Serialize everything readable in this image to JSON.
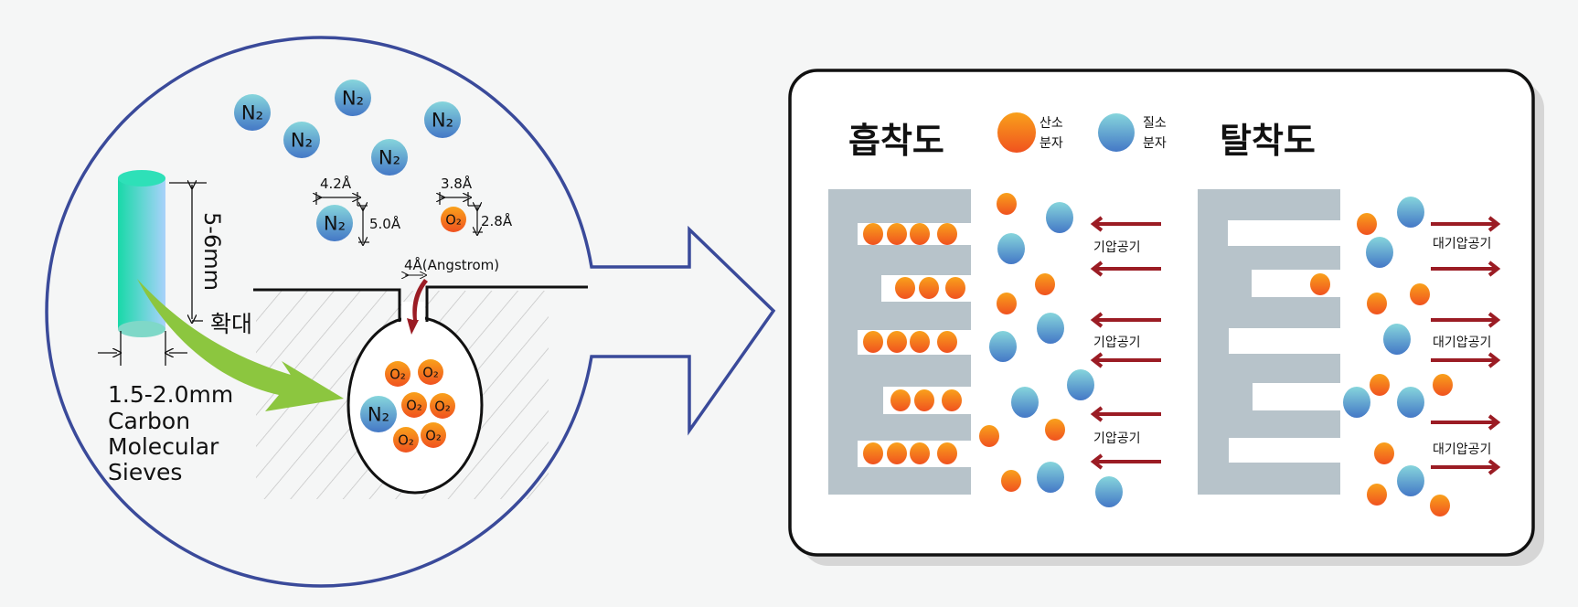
{
  "left_panel": {
    "n2_label": "N₂",
    "o2_label": "O₂",
    "n2_width": "4.2Å",
    "n2_height": "5.0Å",
    "o2_width": "3.8Å",
    "o2_height": "2.8Å",
    "pellet_length": "5-6mm",
    "magnify_label": "확대",
    "pore_size": "4Å(Angstrom)",
    "pellet_caption": [
      "1.5-2.0mm",
      "Carbon",
      "Molecular",
      "Sieves"
    ]
  },
  "right_panel": {
    "adsorption_title": "흡착도",
    "desorption_title": "탈착도",
    "legend": {
      "oxygen": [
        "산소",
        "분자"
      ],
      "nitrogen": [
        "질소",
        "분자"
      ]
    },
    "pressurized_air_label": "기압공기",
    "atmospheric_air_label": "대기압공기"
  },
  "colors": {
    "circle_outline": "#3a4a9a",
    "oxygen": "#f47a20",
    "nitrogen": "#5aa0d6",
    "sieve_gray": "#b7c3ca",
    "arrow_red": "#9b1c24",
    "green_arrow": "#8cc63f"
  }
}
